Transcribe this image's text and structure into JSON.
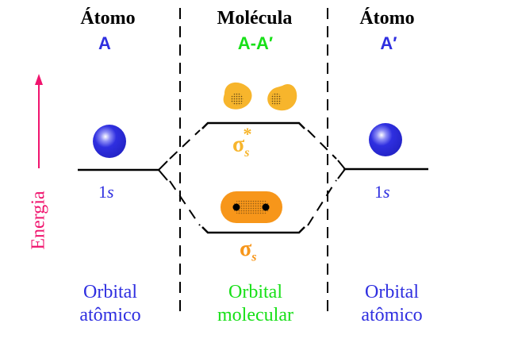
{
  "colors": {
    "atom": "#2f2fe0",
    "molecule": "#18e018",
    "energy": "#f0146e",
    "antibonding": "#f7b52c",
    "bonding": "#f7961a",
    "line": "#000000"
  },
  "left_column": {
    "title": "Átomo",
    "label": "A",
    "level_label_num": "1",
    "level_label_s": "s",
    "footer_line1": "Orbital",
    "footer_line2": "atômico"
  },
  "middle_column": {
    "title": "Molécula",
    "label": "A-A′",
    "antibonding_symbol": "σ",
    "antibonding_sub": "s",
    "antibonding_sup": "*",
    "bonding_symbol": "σ",
    "bonding_sub": "s",
    "footer_line1": "Orbital",
    "footer_line2": "molecular"
  },
  "right_column": {
    "title": "Átomo",
    "label": "A′",
    "level_label_num": "1",
    "level_label_s": "s",
    "footer_line1": "Orbital",
    "footer_line2": "atômico"
  },
  "energy_axis": {
    "label": "Energia",
    "direction": "up"
  }
}
